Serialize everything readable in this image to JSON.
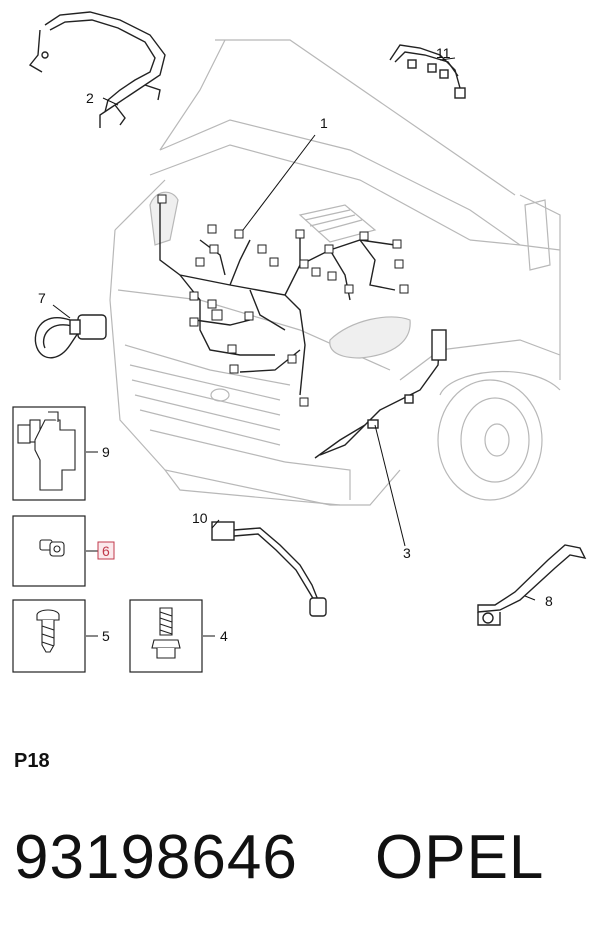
{
  "diagram": {
    "callouts": {
      "c1": "1",
      "c2": "2",
      "c3": "3",
      "c4": "4",
      "c5": "5",
      "c6": "6",
      "c7": "7",
      "c8": "8",
      "c9": "9",
      "c10": "10",
      "c11": "11"
    },
    "highlighted_callout": "6",
    "highlight_color": "#c0394b"
  },
  "footer": {
    "page_code": "P18",
    "part_number": "93198646",
    "brand": "OPEL"
  }
}
